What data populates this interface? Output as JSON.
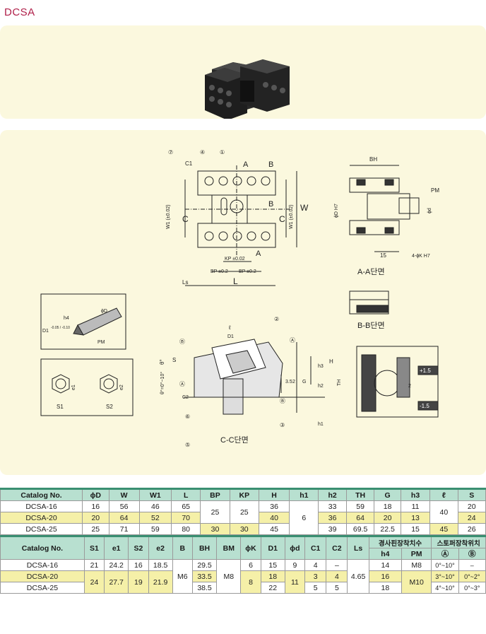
{
  "header": {
    "title": "DCSA"
  },
  "drawing": {
    "labels": {
      "sec_aa": "A-A단면",
      "sec_bb": "B-B단면",
      "sec_cc": "C-C단면",
      "A": "A",
      "B": "B",
      "C": "C",
      "W": "W",
      "L": "L",
      "Ls": "Ls",
      "BH": "BH",
      "PM": "PM",
      "phiD": "ϕD H7",
      "phid": "ϕd",
      "n15": "15",
      "K": "4-ϕK H7",
      "KP": "KP ±0.02",
      "BP1": "BP ±0.2",
      "BP2": "BP ±0.2",
      "W1a": "W1 (±0.02)",
      "W1b": "W1 (±0.02)",
      "C1": "C1",
      "h4": "h4",
      "D1": "D1",
      "D1tol": "-0.05 / -0.10",
      "phiD2": "ϕD",
      "S1": "S1",
      "S2": "S2",
      "e1": "e1",
      "e2": "e2",
      "ell": "ℓ",
      "D1b": "D1",
      "H": "H",
      "TH": "TH",
      "h2": "h2",
      "h3": "h3",
      "h1": "h1",
      "G": "G",
      "n35": "3.5",
      "n2": "2",
      "S": "S",
      "theta": "θ°=0°~10°",
      "theta2": "θ°",
      "C2": "C2",
      "p15": "+1.5",
      "m15": "-1.5",
      "c1": "①",
      "c2": "②",
      "c3": "③",
      "c4": "④",
      "c5": "⑤",
      "c6": "⑥",
      "c7": "⑦",
      "cA": "Ⓐ",
      "cB": "Ⓑ"
    }
  },
  "table1": {
    "headers": [
      "Catalog No.",
      "ϕD",
      "W",
      "W1",
      "L",
      "BP",
      "KP",
      "H",
      "h1",
      "h2",
      "TH",
      "G",
      "h3",
      "ℓ",
      "S"
    ],
    "rows": [
      [
        "DCSA-16",
        "16",
        "56",
        "46",
        "65",
        "25",
        "25",
        "36",
        "6",
        "33",
        "59",
        "18",
        "11",
        "40",
        "20"
      ],
      [
        "DCSA-20",
        "20",
        "64",
        "52",
        "70",
        "",
        "",
        "40",
        "",
        "36",
        "64",
        "20",
        "13",
        "",
        "24"
      ],
      [
        "DCSA-25",
        "25",
        "71",
        "59",
        "80",
        "30",
        "30",
        "45",
        "",
        "39",
        "69.5",
        "22.5",
        "15",
        "45",
        "26"
      ]
    ]
  },
  "table2": {
    "headers": [
      "Catalog No.",
      "S1",
      "e1",
      "S2",
      "e2",
      "B",
      "BH",
      "BM",
      "ϕK",
      "D1",
      "ϕd",
      "C1",
      "C2",
      "Ls",
      "경사핀장착치수",
      "스토퍼장착위치"
    ],
    "subheaders": [
      "h4",
      "PM",
      "Ⓐ",
      "Ⓑ"
    ],
    "rows": [
      [
        "DCSA-16",
        "21",
        "24.2",
        "16",
        "18.5",
        "",
        "29.5",
        "",
        "6",
        "15",
        "9",
        "4",
        "–",
        "",
        "14",
        "M8",
        "0°~10°",
        "–"
      ],
      [
        "DCSA-20",
        "24",
        "27.7",
        "19",
        "21.9",
        "M6",
        "33.5",
        "M8",
        "8",
        "18",
        "11",
        "3",
        "4",
        "4.65",
        "16",
        "M10",
        "3°~10°",
        "0°~2°"
      ],
      [
        "DCSA-25",
        "",
        "",
        "",
        "",
        "",
        "38.5",
        "",
        "",
        "22",
        "",
        "5",
        "5",
        "",
        "18",
        "",
        "4°~10°",
        "0°~3°"
      ]
    ]
  }
}
